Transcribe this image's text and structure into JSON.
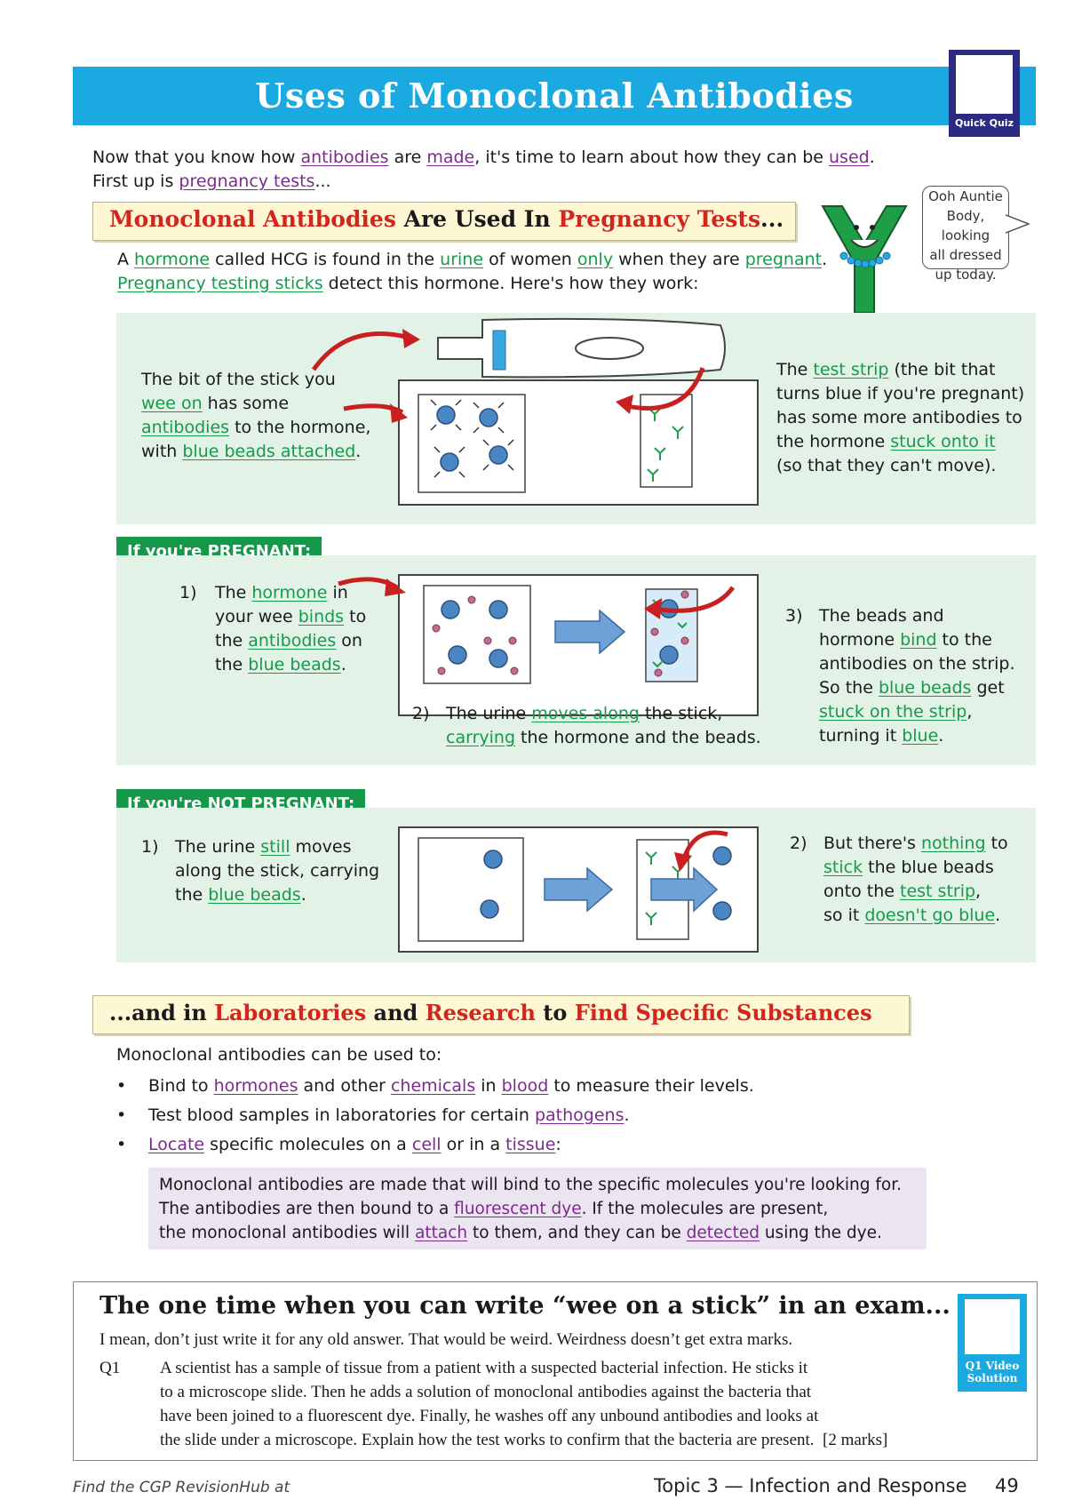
{
  "header": {
    "title": "Uses of Monoclonal Antibodies",
    "quiz_label": "Quick Quiz"
  },
  "intro": {
    "l1_a": "Now that you know how ",
    "l1_b": "antibodies",
    "l1_c": " are ",
    "l1_d": "made",
    "l1_e": ", it's time to learn about how they can be ",
    "l1_f": "used",
    "l1_g": ".",
    "l2_a": "First up is ",
    "l2_b": "pregnancy tests",
    "l2_c": "..."
  },
  "section1": {
    "h_a": "Monoclonal Antibodies",
    "h_b": " Are Used In ",
    "h_c": "Pregnancy Tests",
    "h_d": "...",
    "p1_a": "A ",
    "p1_b": "hormone",
    "p1_c": " called HCG is found in the ",
    "p1_d": "urine",
    "p1_e": " of women ",
    "p1_f": "only",
    "p1_g": " when they are ",
    "p1_h": "pregnant",
    "p1_i": ".",
    "p2_a": "Pregnancy testing sticks",
    "p2_b": " detect this hormone.  Here's how they work:"
  },
  "bubble": {
    "l1": "Ooh Auntie",
    "l2": "Body, looking",
    "l3": "all dressed",
    "l4": "up today."
  },
  "stick_panel": {
    "left_l1": "The bit of the stick you",
    "left_l2_a": "wee on",
    "left_l2_b": " has some",
    "left_l3_a": "antibodies",
    "left_l3_b": " to the hormone,",
    "left_l4_a": "with ",
    "left_l4_b": "blue beads attached",
    "left_l4_c": ".",
    "right_l1_a": "The ",
    "right_l1_b": "test strip",
    "right_l1_c": " (the bit that",
    "right_l2": "turns blue if you're pregnant)",
    "right_l3": "has some more antibodies to",
    "right_l4_a": "the hormone ",
    "right_l4_b": "stuck onto it",
    "right_l5": "(so that they can't move)."
  },
  "pregnant": {
    "tag": "If you're PREGNANT:",
    "s1_num": "1)",
    "s1_l1_a": "The ",
    "s1_l1_b": "hormone",
    "s1_l1_c": " in",
    "s1_l2_a": "your wee ",
    "s1_l2_b": "binds",
    "s1_l2_c": " to",
    "s1_l3_a": "the ",
    "s1_l3_b": "antibodies",
    "s1_l3_c": " on",
    "s1_l4_a": "the ",
    "s1_l4_b": "blue beads",
    "s1_l4_c": ".",
    "s2_num": "2)",
    "s2_l1_a": "The urine ",
    "s2_l1_b": "moves along",
    "s2_l1_c": " the stick,",
    "s2_l2_a": "carrying",
    "s2_l2_b": " the hormone and the beads.",
    "s3_num": "3)",
    "s3_l1": "The beads and",
    "s3_l2_a": "hormone ",
    "s3_l2_b": "bind",
    "s3_l2_c": " to the",
    "s3_l3": "antibodies on the strip.",
    "s3_l4_a": "So the ",
    "s3_l4_b": "blue beads",
    "s3_l4_c": " get",
    "s3_l5_a": "stuck on the strip",
    "s3_l5_b": ",",
    "s3_l6_a": "turning it ",
    "s3_l6_b": "blue",
    "s3_l6_c": "."
  },
  "not_pregnant": {
    "tag": "If you're NOT PREGNANT:",
    "s1_num": "1)",
    "s1_l1_a": "The urine ",
    "s1_l1_b": "still",
    "s1_l1_c": " moves",
    "s1_l2": "along the stick, carrying",
    "s1_l3_a": "the ",
    "s1_l3_b": "blue beads",
    "s1_l3_c": ".",
    "s2_num": "2)",
    "s2_l1_a": "But there's ",
    "s2_l1_b": "nothing",
    "s2_l1_c": " to",
    "s2_l2_a": "stick",
    "s2_l2_b": " the blue beads",
    "s2_l3_a": "onto the ",
    "s2_l3_b": "test strip",
    "s2_l3_c": ",",
    "s2_l4_a": "so it ",
    "s2_l4_b": "doesn't go blue",
    "s2_l4_c": "."
  },
  "section2": {
    "h_a": "...and in ",
    "h_b": "Laboratories",
    "h_c": " and ",
    "h_d": "Research",
    "h_e": " to ",
    "h_f": "Find Specific Substances",
    "lead": "Monoclonal antibodies can be used to:",
    "b1_a": "Bind to ",
    "b1_b": "hormones",
    "b1_c": " and other ",
    "b1_d": "chemicals",
    "b1_e": " in ",
    "b1_f": "blood",
    "b1_g": " to measure their levels.",
    "b2_a": "Test blood samples in laboratories for certain ",
    "b2_b": "pathogens",
    "b2_c": ".",
    "b3_a": "Locate",
    "b3_b": " specific molecules on a ",
    "b3_c": "cell",
    "b3_d": " or in a ",
    "b3_e": "tissue",
    "b3_f": ":",
    "box_l1": "Monoclonal antibodies are made that will bind to the specific molecules you're looking for.",
    "box_l2_a": "The antibodies are then bound to a ",
    "box_l2_b": "fluorescent dye",
    "box_l2_c": ".  If the molecules are present,",
    "box_l3_a": "the monoclonal antibodies will ",
    "box_l3_b": "attach",
    "box_l3_c": " to them, and they can be ",
    "box_l3_d": "detected",
    "box_l3_e": " using the dye."
  },
  "exam": {
    "title": "The one time when you can write “wee on a stick” in an exam...",
    "sub": "I mean, don’t just write it for any old answer.  That would be weird.  Weirdness doesn’t get extra marks.",
    "q_num": "Q1",
    "q_l1": "A scientist has a sample of tissue from a patient with a suspected bacterial infection.  He sticks it",
    "q_l2": "to a microscope slide.  Then he adds a solution of monoclonal antibodies against the bacteria that",
    "q_l3": "have been joined to a fluorescent dye.  Finally, he washes off any unbound antibodies and looks at",
    "q_l4": "the slide under a microscope.  Explain how the test works to confirm that the bacteria are present.",
    "marks": "[2 marks]",
    "video_l1": "Q1 Video",
    "video_l2": "Solution"
  },
  "footer": {
    "left": "Find the CGP RevisionHub at",
    "topic": "Topic 3 — Infection and Response",
    "page": "49"
  },
  "colors": {
    "title_blue": "#1ba9e1",
    "quiz_navy": "#2c2b82",
    "green": "#159a4a",
    "purple": "#7b2b8c",
    "red": "#d0261e",
    "panel_green": "#e3f2e6",
    "bead_blue": "#4b86c4"
  },
  "icons": [
    "antibody-mascot-icon",
    "bead-antibody-icon",
    "hormone-dot-icon",
    "flow-arrow-icon",
    "pointer-arrow-icon"
  ]
}
